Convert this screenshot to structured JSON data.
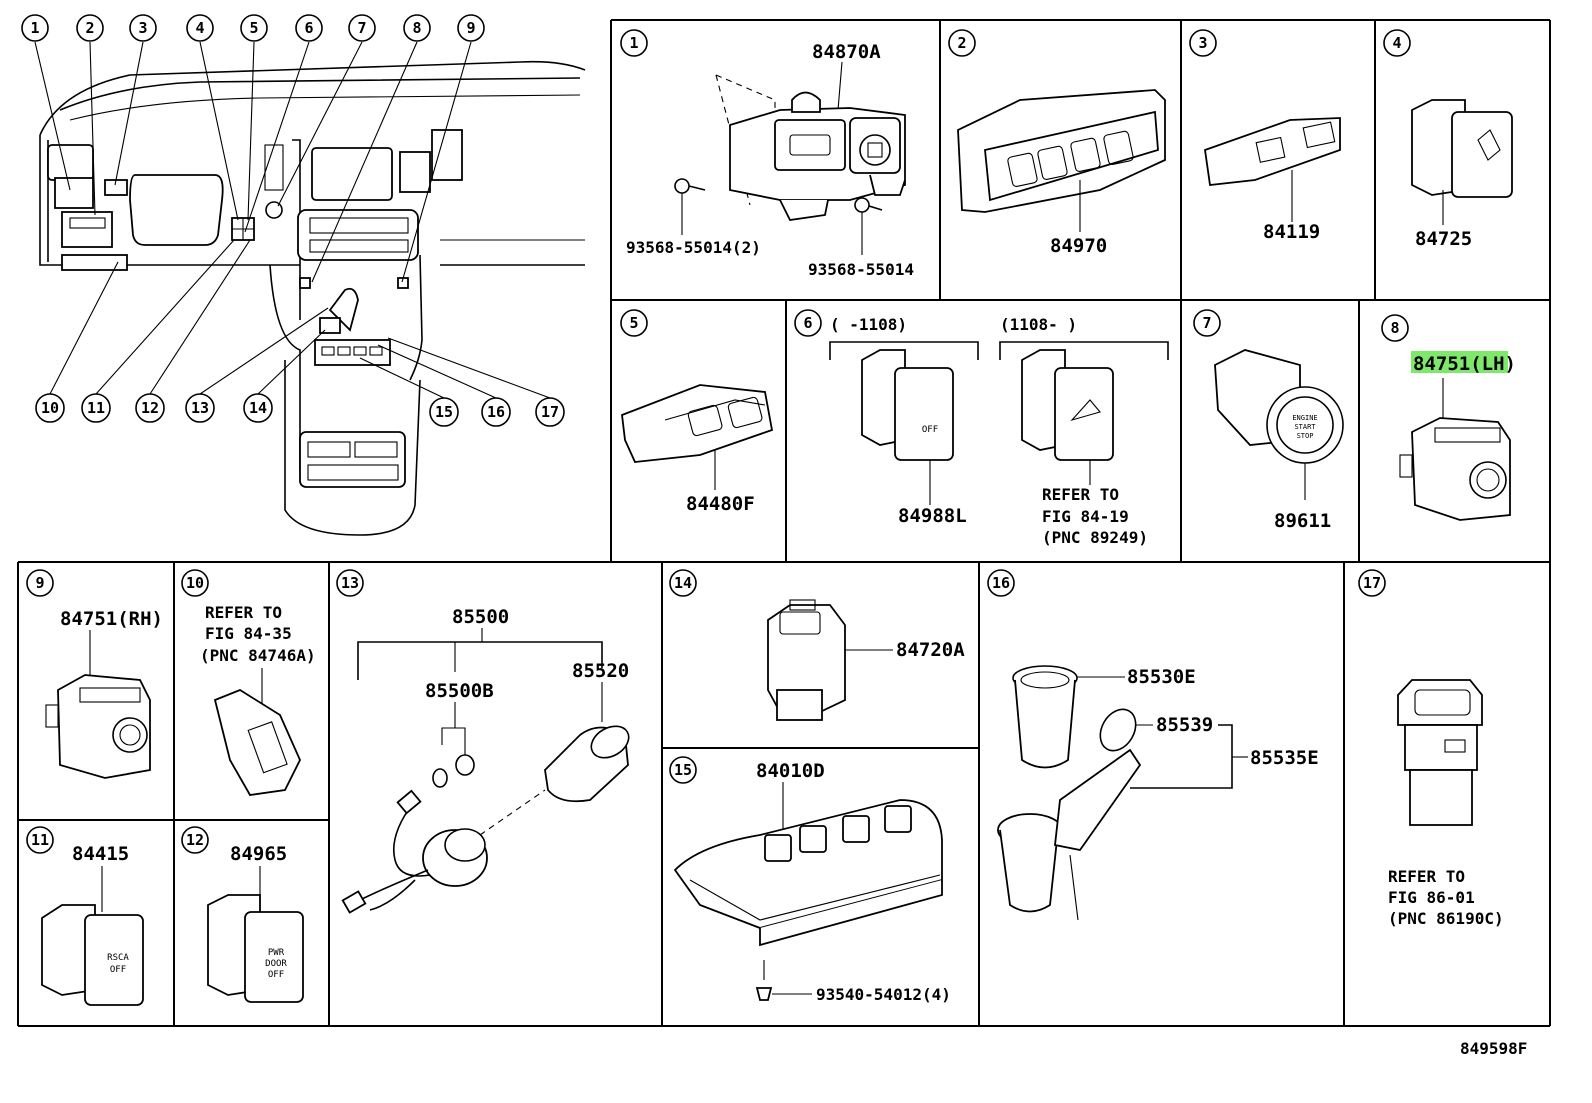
{
  "overview": {
    "callouts": [
      "1",
      "2",
      "3",
      "4",
      "5",
      "6",
      "7",
      "8",
      "9",
      "10",
      "11",
      "12",
      "13",
      "14",
      "15",
      "16",
      "17"
    ]
  },
  "panels": {
    "p1": {
      "num": "1",
      "part": "84870A",
      "screw_left": "93568-55014(2)",
      "screw_right": "93568-55014"
    },
    "p2": {
      "num": "2",
      "part": "84970"
    },
    "p3": {
      "num": "3",
      "part": "84119"
    },
    "p4": {
      "num": "4",
      "part": "84725"
    },
    "p5": {
      "num": "5",
      "part": "84480F"
    },
    "p6": {
      "num": "6",
      "range_left": "(   -1108)",
      "range_right": "(1108-    )",
      "part": "84988L",
      "ref_line1": "REFER TO",
      "ref_line2": "FIG 84-19",
      "ref_line3": "(PNC 89249)"
    },
    "p7": {
      "num": "7",
      "part": "89611"
    },
    "p8": {
      "num": "8",
      "part": "84751(LH)"
    },
    "p9": {
      "num": "9",
      "part": "84751(RH)"
    },
    "p10": {
      "num": "10",
      "ref_line1": "REFER TO",
      "ref_line2": "FIG 84-35",
      "ref_line3": "(PNC 84746A)"
    },
    "p11": {
      "num": "11",
      "part": "84415"
    },
    "p12": {
      "num": "12",
      "part": "84965"
    },
    "p13": {
      "num": "13",
      "part_main": "85500",
      "part_b": "85500B",
      "part_c": "85520"
    },
    "p14": {
      "num": "14",
      "part": "84720A"
    },
    "p15": {
      "num": "15",
      "part": "84010D",
      "screw": "93540-54012(4)"
    },
    "p16": {
      "num": "16",
      "part_a": "85530E",
      "part_b": "85539",
      "part_c": "85535E"
    },
    "p17": {
      "num": "17",
      "ref_line1": "REFER TO",
      "ref_line2": "FIG 86-01",
      "ref_line3": "(PNC 86190C)"
    }
  },
  "icon_text": {
    "p6_switch": "OFF",
    "p11_switch_1": "RSCA",
    "p11_switch_2": "OFF",
    "p12_switch_1": "PWR",
    "p12_switch_2": "DOOR",
    "p12_switch_3": "OFF",
    "p7_button_1": "ENGINE",
    "p7_button_2": "START",
    "p7_button_3": "STOP"
  },
  "footer": {
    "figure_code": "849598F"
  },
  "colors": {
    "highlight": "#7ee86a",
    "line": "#000000",
    "background": "#ffffff"
  }
}
